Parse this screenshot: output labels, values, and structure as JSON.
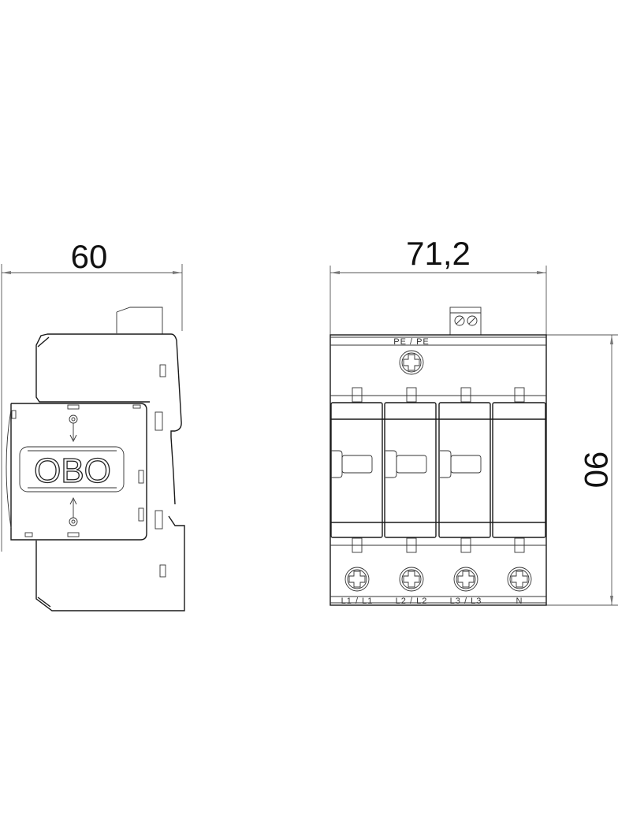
{
  "drawing": {
    "side_view": {
      "width_dimension": "60",
      "logo_text": "OBO"
    },
    "front_view": {
      "width_dimension": "71,2",
      "height_dimension": "90",
      "top_terminal_label": "PE / PE",
      "bottom_terminal_labels": [
        "L1 / L1",
        "L2 / L2",
        "L3 / L3",
        "N"
      ],
      "module_count": 4,
      "terminal_count_bottom": 4,
      "terminal_count_top": 1
    }
  },
  "colors": {
    "line": "#1a1a1a",
    "dimension_line": "#555555",
    "background": "#ffffff"
  }
}
